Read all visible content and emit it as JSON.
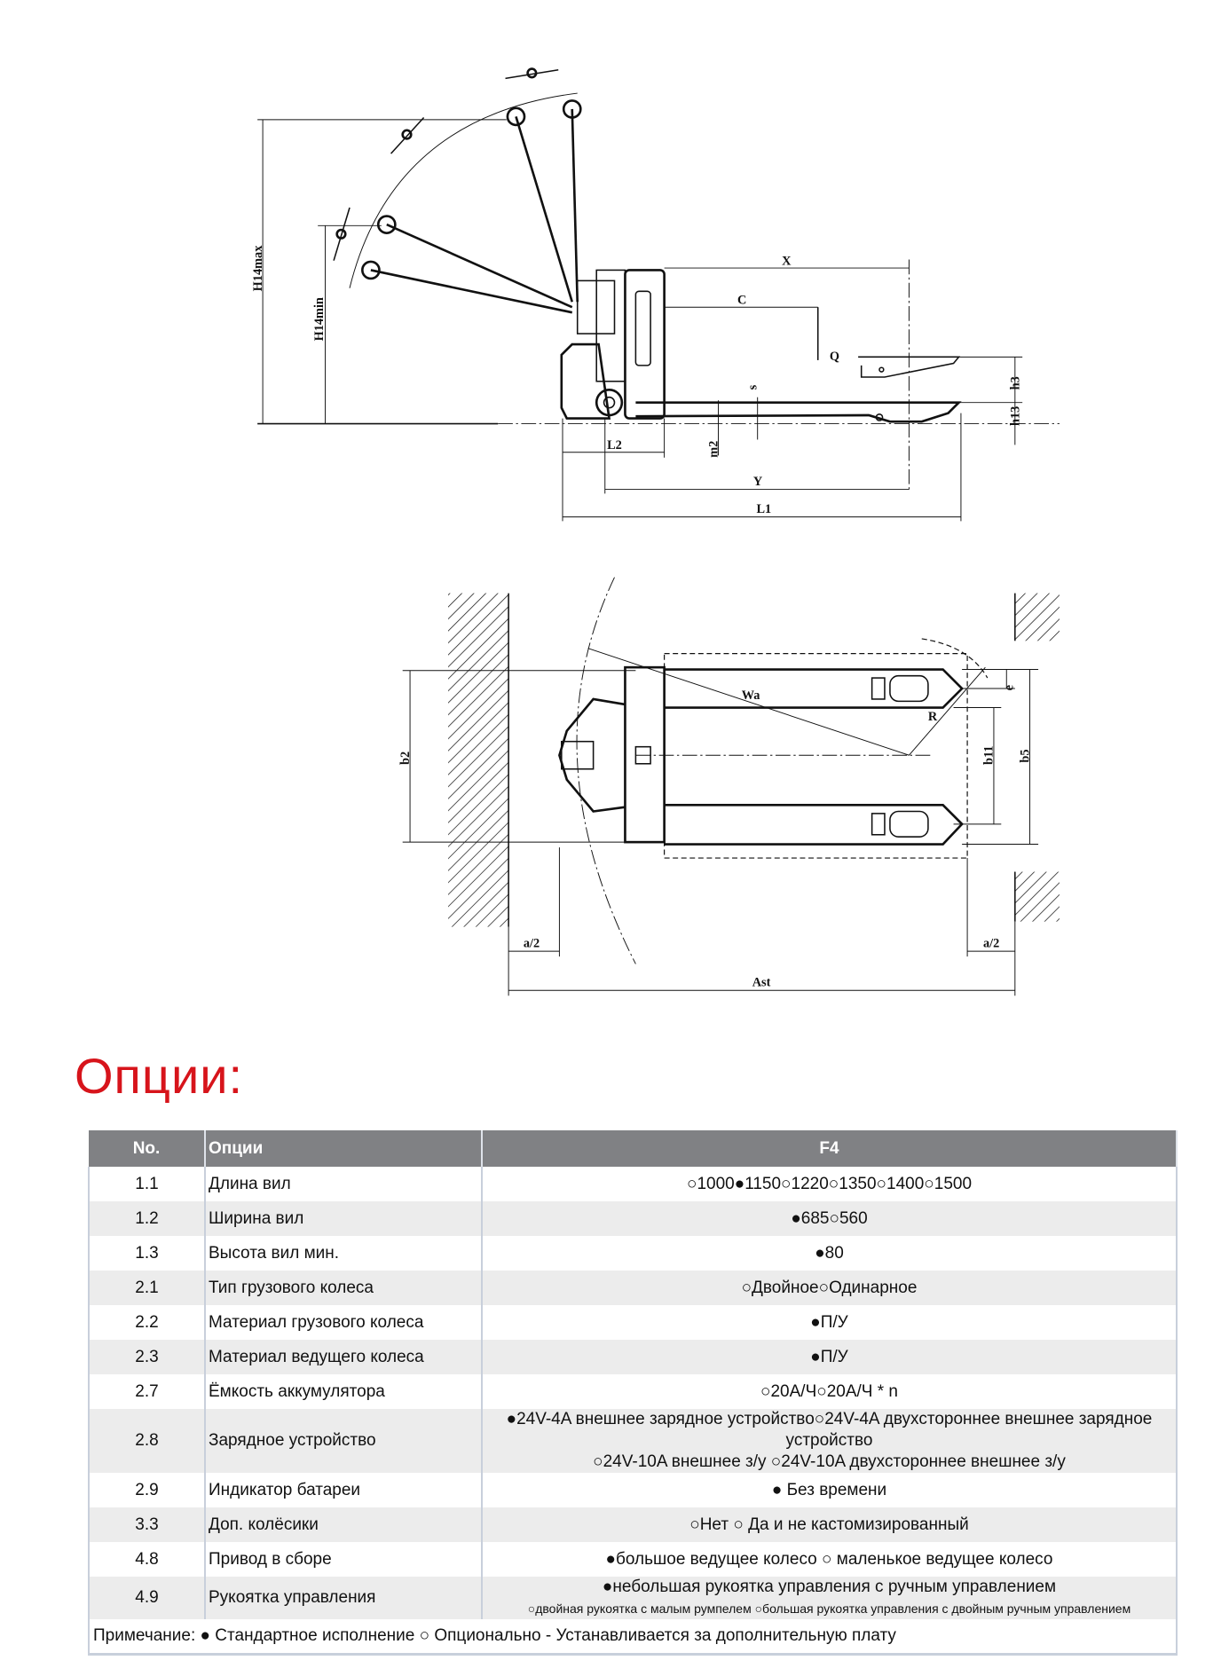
{
  "drawing": {
    "side_view_labels": {
      "h14max": "H14max",
      "h14min": "H14min",
      "x": "X",
      "c": "C",
      "q": "Q",
      "s": "s",
      "h3": "h3",
      "h13": "h13",
      "l2": "L2",
      "m2": "m2",
      "y": "Y",
      "l1": "L1"
    },
    "top_view_labels": {
      "b2": "b2",
      "wa": "Wa",
      "r": "R",
      "e": "e",
      "b11": "b11",
      "b5": "b5",
      "a2_left": "a/2",
      "a2_right": "a/2",
      "ast": "Ast"
    }
  },
  "title": "Опции:",
  "table": {
    "headers": {
      "no": "No.",
      "option": "Опции",
      "model": "F4"
    },
    "rows": [
      {
        "no": "1.1",
        "name": "Длина вил",
        "value": "○1000●1150○1220○1350○1400○1500"
      },
      {
        "no": "1.2",
        "name": "Ширина вил",
        "value": "●685○560"
      },
      {
        "no": "1.3",
        "name": "Высота вил мин.",
        "value": "●80"
      },
      {
        "no": "2.1",
        "name": "Тип грузового колеса",
        "value": "○Двойное○Одинарное"
      },
      {
        "no": "2.2",
        "name": "Материал грузового колеса",
        "value": "●П/У"
      },
      {
        "no": "2.3",
        "name": "Материал ведущего колеса",
        "value": "●П/У"
      },
      {
        "no": "2.7",
        "name": "Ёмкость аккумулятора",
        "value": "○20А/Ч○20А/Ч * n"
      },
      {
        "no": "2.8",
        "name": "Зарядное устройство",
        "value": "●24V-4A внешнее зарядное устройство○24V-4A двухстороннее внешнее зарядное устройство",
        "value2": "○24V-10A внешнее з/у ○24V-10A двухстороннее внешнее з/у"
      },
      {
        "no": "2.9",
        "name": "Индикатор батареи",
        "value": "● Без времени"
      },
      {
        "no": "3.3",
        "name": "Доп. колёсики",
        "value": "○Нет ○ Да и не кастомизированный"
      },
      {
        "no": "4.8",
        "name": "Привод в сборе",
        "value": "●большое ведущее колесо ○ маленькое ведущее колесо"
      },
      {
        "no": "4.9",
        "name": "Рукоятка управления",
        "value": "●небольшая рукоятка управления с ручным управлением",
        "value2": "○двойная рукоятка с малым румпелем ○большая рукоятка управления с двойным ручным управлением"
      }
    ],
    "note": "Примечание: ● Стандартное исполнение ○ Опционально - Устанавливается за дополнительную плату"
  }
}
